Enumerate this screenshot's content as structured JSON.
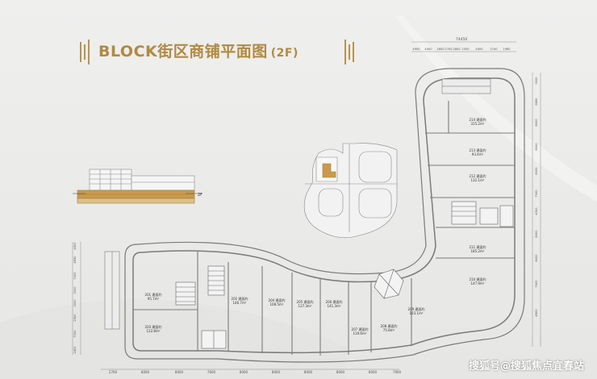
{
  "title": {
    "main": "BLOCK街区商铺平面图",
    "suffix": "(2F)"
  },
  "elevation": {
    "level_label": "2F"
  },
  "units": [
    {
      "id": "201",
      "label": "建面约",
      "area": "95.7m²"
    },
    {
      "id": "202",
      "label": "建面约",
      "area": "146.7m²"
    },
    {
      "id": "203",
      "label": "建面约",
      "area": "122.8m²"
    },
    {
      "id": "204",
      "label": "建面约",
      "area": "108.5m²"
    },
    {
      "id": "205",
      "label": "建面约",
      "area": "137.3m²"
    },
    {
      "id": "206",
      "label": "建面约",
      "area": "141.3m²"
    },
    {
      "id": "207",
      "label": "建面约",
      "area": "119.6m²"
    },
    {
      "id": "208",
      "label": "建面约",
      "area": "75.8m²"
    },
    {
      "id": "209",
      "label": "建面约",
      "area": "103.1m²"
    },
    {
      "id": "210",
      "label": "建面约",
      "area": "147.9m²"
    },
    {
      "id": "211",
      "label": "建面约",
      "area": "185.2m²"
    },
    {
      "id": "212",
      "label": "建面约",
      "area": "132.1m²"
    },
    {
      "id": "213",
      "label": "建面约",
      "area": "93.4m²"
    },
    {
      "id": "214",
      "label": "建面约",
      "area": "315.2m²"
    }
  ],
  "dimensions": {
    "top": [
      "4900",
      "4400",
      "2800",
      "2700",
      "2800",
      "2050",
      "4000",
      "2100",
      "1980"
    ],
    "top_total": "74450",
    "bottom": [
      "2700",
      "8000",
      "8000",
      "7600",
      "8000",
      "8000",
      "8000",
      "8000",
      "8000",
      "7900"
    ],
    "left": [
      "4500",
      "4650",
      "7000",
      "3000",
      "3000",
      "2500",
      "7000",
      "2400"
    ],
    "right": [
      "3000",
      "6850",
      "8000",
      "8000",
      "8000",
      "7000",
      "4300",
      "8000",
      "8000",
      "7000",
      "4500"
    ]
  },
  "watermark": "搜狐号@搜狐焦点宜春站",
  "colors": {
    "title_gold": "#b08a43",
    "wall": "#7b7b7b",
    "dim_line": "#8e8e8e",
    "wood": "#c99a4e"
  }
}
